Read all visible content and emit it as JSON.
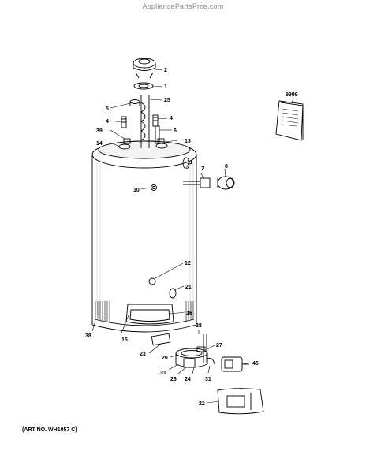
{
  "watermark": "AppliancePartsPros.com",
  "art_number": "(ART NO. WH1057 C)",
  "callouts": [
    "2",
    "1",
    "25",
    "5",
    "4",
    "4",
    "6",
    "39",
    "13",
    "14",
    "11",
    "7",
    "8",
    "10",
    "12",
    "21",
    "16",
    "38",
    "15",
    "28",
    "23",
    "20",
    "27",
    "45",
    "31",
    "26",
    "24",
    "31",
    "22",
    "9999"
  ]
}
